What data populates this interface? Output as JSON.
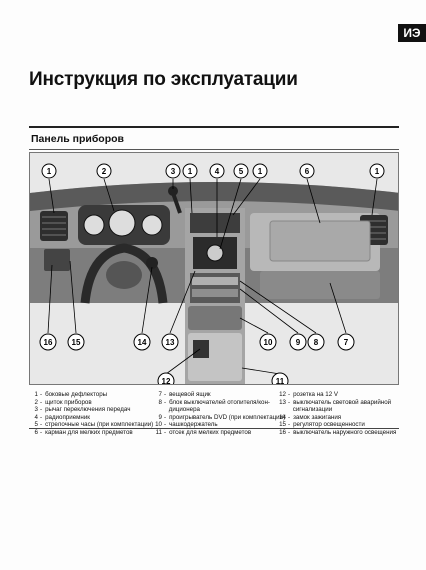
{
  "header": {
    "badge": "ИЭ",
    "title": "Инструкция по эксплуатации"
  },
  "section": {
    "title": "Панель приборов"
  },
  "callouts": [
    {
      "label": "1"
    },
    {
      "label": "2"
    },
    {
      "label": "3"
    },
    {
      "label": "1"
    },
    {
      "label": "4"
    },
    {
      "label": "5"
    },
    {
      "label": "1"
    },
    {
      "label": "6"
    },
    {
      "label": "1"
    },
    {
      "label": "16"
    },
    {
      "label": "15"
    },
    {
      "label": "14"
    },
    {
      "label": "13"
    },
    {
      "label": "10"
    },
    {
      "label": "9"
    },
    {
      "label": "8"
    },
    {
      "label": "7"
    },
    {
      "label": "12"
    },
    {
      "label": "11"
    }
  ],
  "legend": {
    "col1": [
      {
        "n": "1",
        "t": "боковые дефлекторы"
      },
      {
        "n": "2",
        "t": "щиток приборов"
      },
      {
        "n": "3",
        "t": "рычаг переключения передач"
      },
      {
        "n": "4",
        "t": "радиоприемник"
      },
      {
        "n": "5",
        "t": "стрелочные часы (при комплектации)"
      },
      {
        "n": "6",
        "t": "карман для мелких предметов"
      }
    ],
    "col2": [
      {
        "n": "7",
        "t": "вещевой ящик"
      },
      {
        "n": "8",
        "t": "блок выключателей отопителя/кон-"
      },
      {
        "n": "",
        "t": "диционера"
      },
      {
        "n": "9",
        "t": "проигрыватель DVD (при комплектации)"
      },
      {
        "n": "10",
        "t": "чашкодержатель"
      },
      {
        "n": "11",
        "t": "отсек для мелких предметов"
      }
    ],
    "col3": [
      {
        "n": "12",
        "t": "розетка на 12 V"
      },
      {
        "n": "13",
        "t": "выключатель световой аварийной"
      },
      {
        "n": "",
        "t": "сигнализации"
      },
      {
        "n": "14",
        "t": "замок зажигания"
      },
      {
        "n": "15",
        "t": "регулятор освещенности"
      },
      {
        "n": "16",
        "t": "выключатель наружного освещения"
      }
    ]
  }
}
